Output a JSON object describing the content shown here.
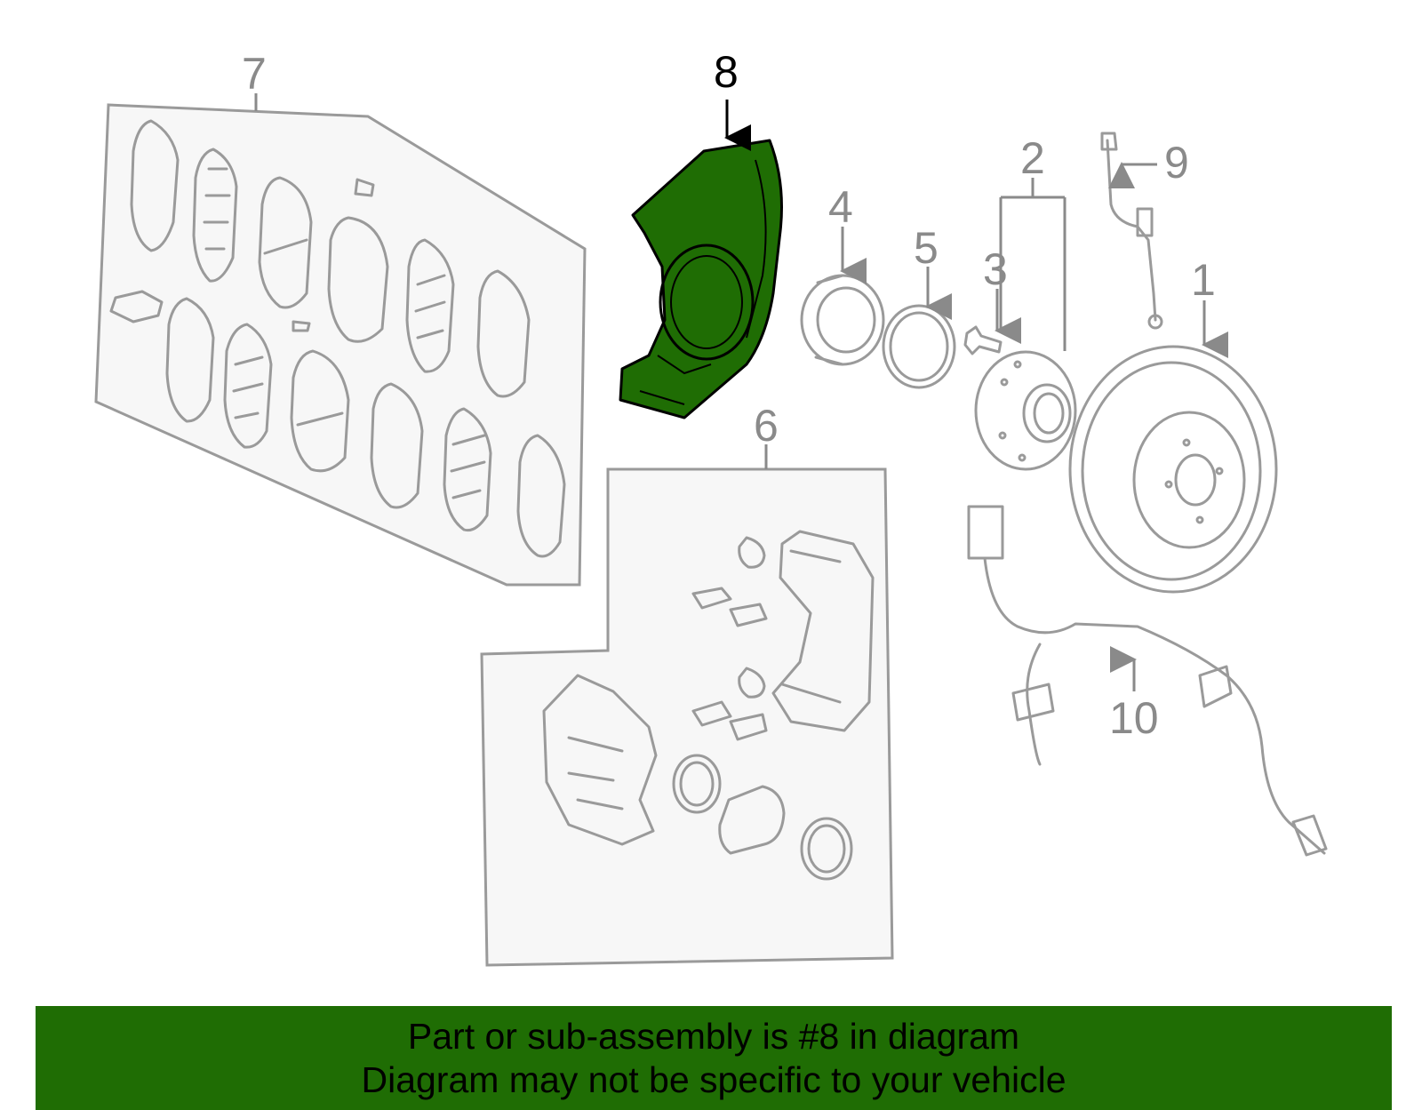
{
  "callouts": {
    "c1": "1",
    "c2": "2",
    "c3": "3",
    "c4": "4",
    "c5": "5",
    "c6": "6",
    "c7": "7",
    "c8": "8",
    "c9": "9",
    "c10": "10"
  },
  "highlighted_part": "8",
  "highlight_color": "#1f6d04",
  "banner": {
    "line1": "Part or sub-assembly is #8 in diagram",
    "line2": "Diagram may not be specific to your vehicle"
  }
}
